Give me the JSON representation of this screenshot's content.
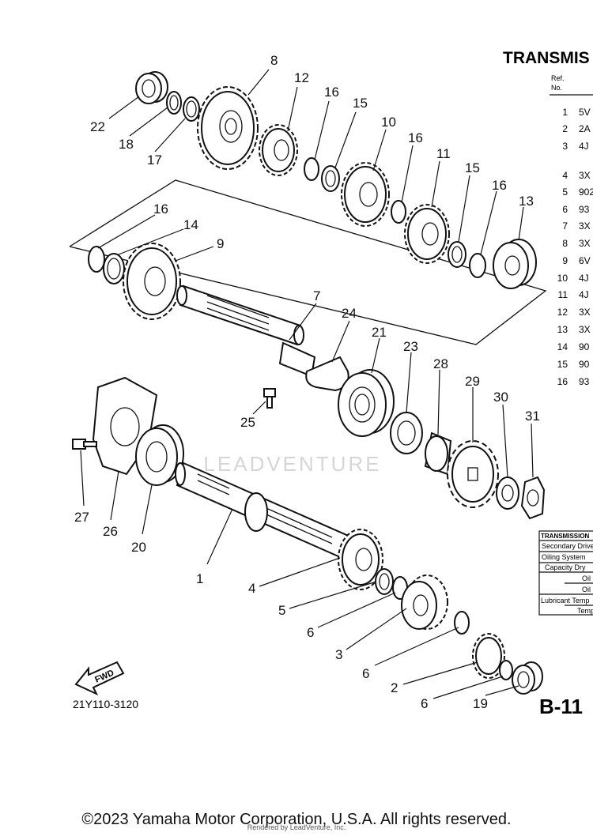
{
  "title": "TRANSMIS",
  "ref_header": [
    "Ref.",
    "No."
  ],
  "ref_rows": [
    {
      "no": "1",
      "code": "5V"
    },
    {
      "no": "2",
      "code": "2A"
    },
    {
      "no": "3",
      "code": "4J"
    },
    {
      "no": "4",
      "code": "3X"
    },
    {
      "no": "5",
      "code": "902"
    },
    {
      "no": "6",
      "code": "93"
    },
    {
      "no": "7",
      "code": "3X"
    },
    {
      "no": "8",
      "code": "3X"
    },
    {
      "no": "9",
      "code": "6V"
    },
    {
      "no": "10",
      "code": "4J"
    },
    {
      "no": "11",
      "code": "4J"
    },
    {
      "no": "12",
      "code": "3X"
    },
    {
      "no": "13",
      "code": "3X"
    },
    {
      "no": "14",
      "code": "90"
    },
    {
      "no": "15",
      "code": "90"
    },
    {
      "no": "16",
      "code": "93"
    }
  ],
  "spec_table": {
    "header": "TRANSMISSION",
    "rows": [
      "Secondary Drive",
      "Oiling System",
      "Capacity  Dry",
      "Oil",
      "Oil",
      "Lubricant  Temp",
      "Temp"
    ]
  },
  "callouts": [
    "8",
    "12",
    "16",
    "15",
    "10",
    "16",
    "11",
    "15",
    "16",
    "13",
    "22",
    "18",
    "17",
    "16",
    "14",
    "9",
    "7",
    "24",
    "21",
    "23",
    "28",
    "29",
    "30",
    "31",
    "25",
    "27",
    "26",
    "20",
    "1",
    "4",
    "5",
    "6",
    "3",
    "6",
    "2",
    "6",
    "19"
  ],
  "fwd_label": "FWD",
  "figure_code": "21Y110-3120",
  "page_code": "B-11",
  "watermark": "LEADVENTURE",
  "copyright": "©2023 Yamaha Motor Corporation, U.S.A. All rights reserved.",
  "rendered_by": "Rendered by LeadVenture, Inc."
}
